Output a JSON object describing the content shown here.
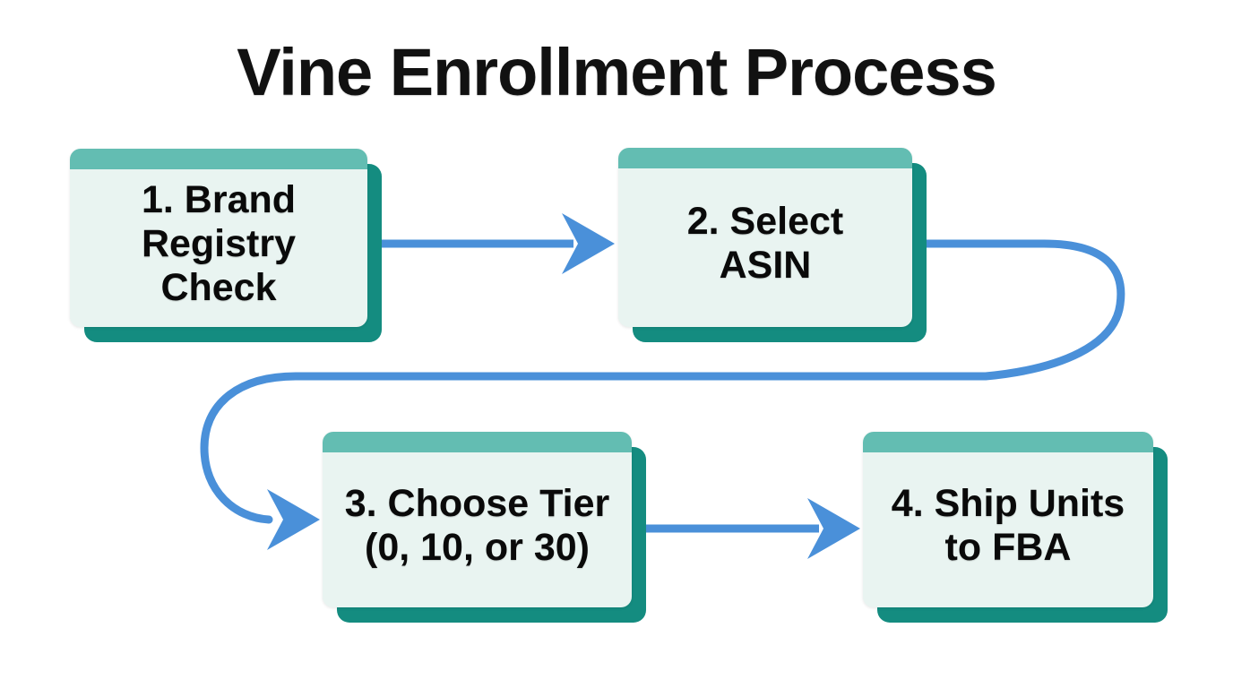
{
  "title": "Vine Enrollment Process",
  "colors": {
    "background": "#FFFFFF",
    "node_body": "#E9F4F1",
    "node_header": "#63BDB2",
    "node_shadow": "#148C80",
    "connector": "#4A90D9",
    "text": "#0A0A0A"
  },
  "chart_data": {
    "type": "diagram",
    "title": "Vine Enrollment Process",
    "nodes": [
      {
        "id": "step-1",
        "order": 1,
        "label": "1. Brand\nRegistry\nCheck",
        "lines": [
          "1. Brand",
          "Registry",
          "Check"
        ]
      },
      {
        "id": "step-2",
        "order": 2,
        "label": "2. Select\nASIN",
        "lines": [
          "2. Select",
          "ASIN"
        ]
      },
      {
        "id": "step-3",
        "order": 3,
        "label": "3. Choose Tier\n(0, 10, or 30)",
        "lines": [
          "3. Choose Tier",
          "(0, 10, or 30)"
        ]
      },
      {
        "id": "step-4",
        "order": 4,
        "label": "4. Ship Units\nto FBA",
        "lines": [
          "4. Ship Units",
          "to FBA"
        ]
      }
    ],
    "edges": [
      {
        "from": "step-1",
        "to": "step-2",
        "style": "straight-arrow"
      },
      {
        "from": "step-2",
        "to": "step-3",
        "style": "curved-wrap-arrow"
      },
      {
        "from": "step-3",
        "to": "step-4",
        "style": "straight-arrow"
      }
    ]
  },
  "nodes": {
    "step1": {
      "label": "1. Brand\nRegistry\nCheck"
    },
    "step2": {
      "label": "2. Select\nASIN"
    },
    "step3": {
      "label": "3. Choose Tier\n(0, 10, or 30)"
    },
    "step4": {
      "label": "4. Ship Units\nto FBA"
    }
  }
}
